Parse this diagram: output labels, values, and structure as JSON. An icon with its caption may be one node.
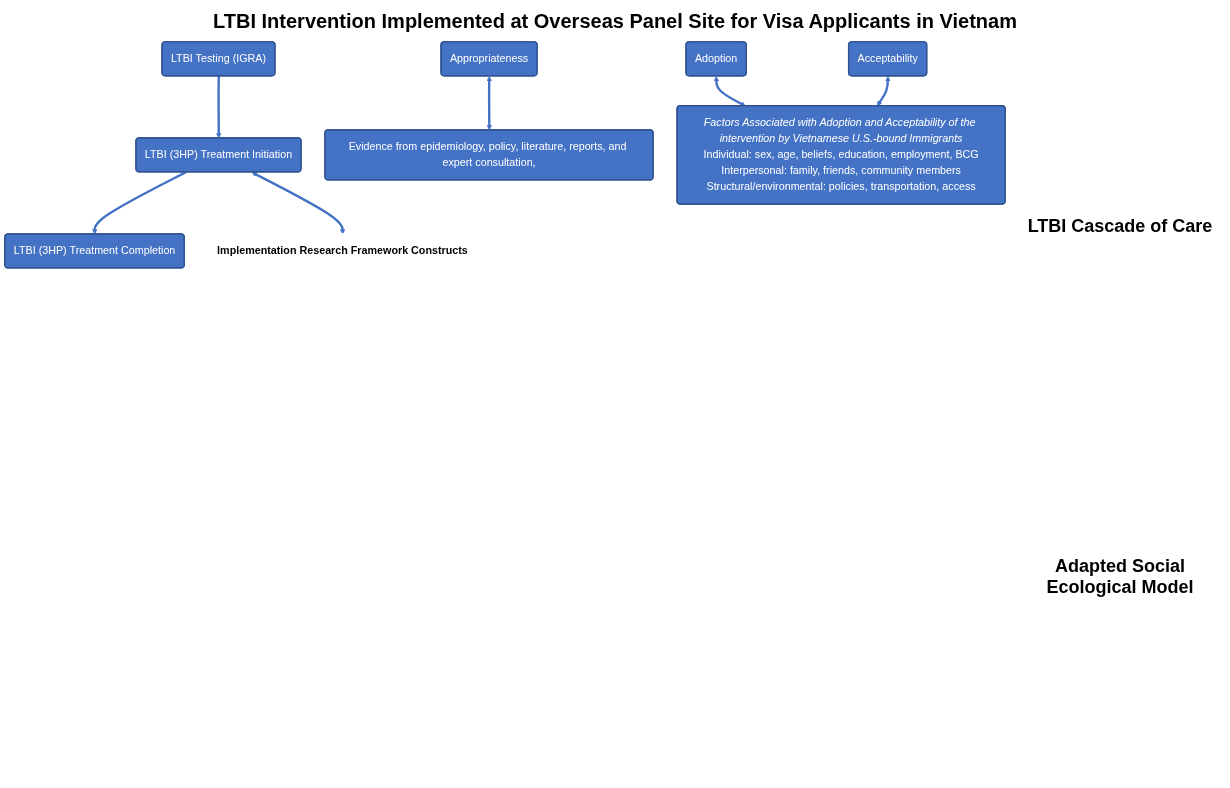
{
  "diagram": {
    "title": "LTBI Intervention Implemented at Overseas Panel Site for  Visa Applicants in Vietnam",
    "nodes": [
      {
        "text": [
          "LTBI Testing (IGRA)"
        ]
      },
      {
        "text": [
          "LTBI (3HP) Treatment Initiation"
        ]
      },
      {
        "text": [
          "LTBI (3HP) Treatment Completion"
        ]
      },
      {
        "text": [
          "Implementation Research Framework Constructs"
        ]
      },
      {
        "text": [
          "Appropriateness"
        ]
      },
      {
        "text": [
          "Adoption"
        ]
      },
      {
        "text": [
          "Acceptability"
        ]
      },
      {
        "text": [
          "Evidence from epidemiology, policy, literature, reports, and expert consultation,"
        ]
      },
      {
        "text": [
          "Factors Associated with Adoption and Acceptability of the intervention by Vietnamese U.S.-bound Immigrants",
          "Individual: sex, age, beliefs, education, employment, BCG",
          "Interpersonal: family, friends, community members",
          "Structural/environmental: policies, transportation, access"
        ]
      }
    ],
    "edges": [
      {
        "from": 0,
        "to": 1,
        "arrow": "to"
      },
      {
        "from": 1,
        "to": 2,
        "arrow": "to"
      },
      {
        "from": 1,
        "to": 3,
        "arrow": "both"
      },
      {
        "from": 4,
        "to": 7,
        "arrow": "both"
      },
      {
        "from": 5,
        "to": 8,
        "arrow": "both"
      },
      {
        "from": 6,
        "to": 8,
        "arrow": "both"
      }
    ],
    "labels": [
      "LTBI Cascade of Care",
      "Adapted Social Ecological Model"
    ]
  }
}
